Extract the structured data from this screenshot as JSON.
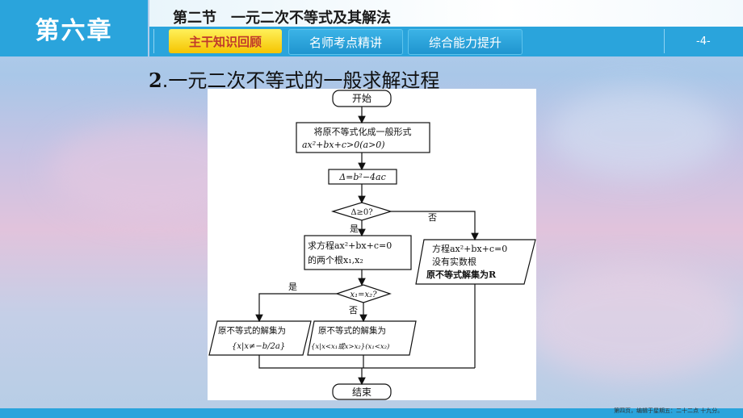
{
  "header": {
    "chapter": "第六章",
    "section_title": "第二节　一元二次不等式及其解法",
    "tabs": [
      {
        "label": "主干知识回顾",
        "active": true
      },
      {
        "label": "名师考点精讲",
        "active": false
      },
      {
        "label": "综合能力提升",
        "active": false
      }
    ],
    "page": "-4-"
  },
  "heading": {
    "number": "2",
    "text": ".一元二次不等式的一般求解过程"
  },
  "flowchart": {
    "start": "开始",
    "step1_line1": "将原不等式化成一般形式",
    "step1_line2": "ax²+bx+c>0(a>0)",
    "step2": "Δ=b²−4ac",
    "decision1": "Δ≥0?",
    "yes": "是",
    "no": "否",
    "left_line1": "求方程ax²+bx+c=0",
    "left_line2": "的两个根x₁,x₂",
    "right_line1": "方程ax²+bx+c=0",
    "right_line2": "没有实数根",
    "right_line3": "原不等式解集为R",
    "decision2": "x₁=x₂?",
    "yes2": "是",
    "no2": "否",
    "out_left_line1": "原不等式的解集为",
    "out_left_line2": "{x|x≠−b/2a}",
    "out_mid_line1": "原不等式的解集为",
    "out_mid_line2": "{x|x<x₁或x>x₂}(x₁<x₂)",
    "end": "结束"
  },
  "footer": {
    "text": "第四页，编辑于星期五：二十二点 十九分。"
  },
  "colors": {
    "brand_blue": "#2aa4dc",
    "active_tab": "#f5c400"
  }
}
